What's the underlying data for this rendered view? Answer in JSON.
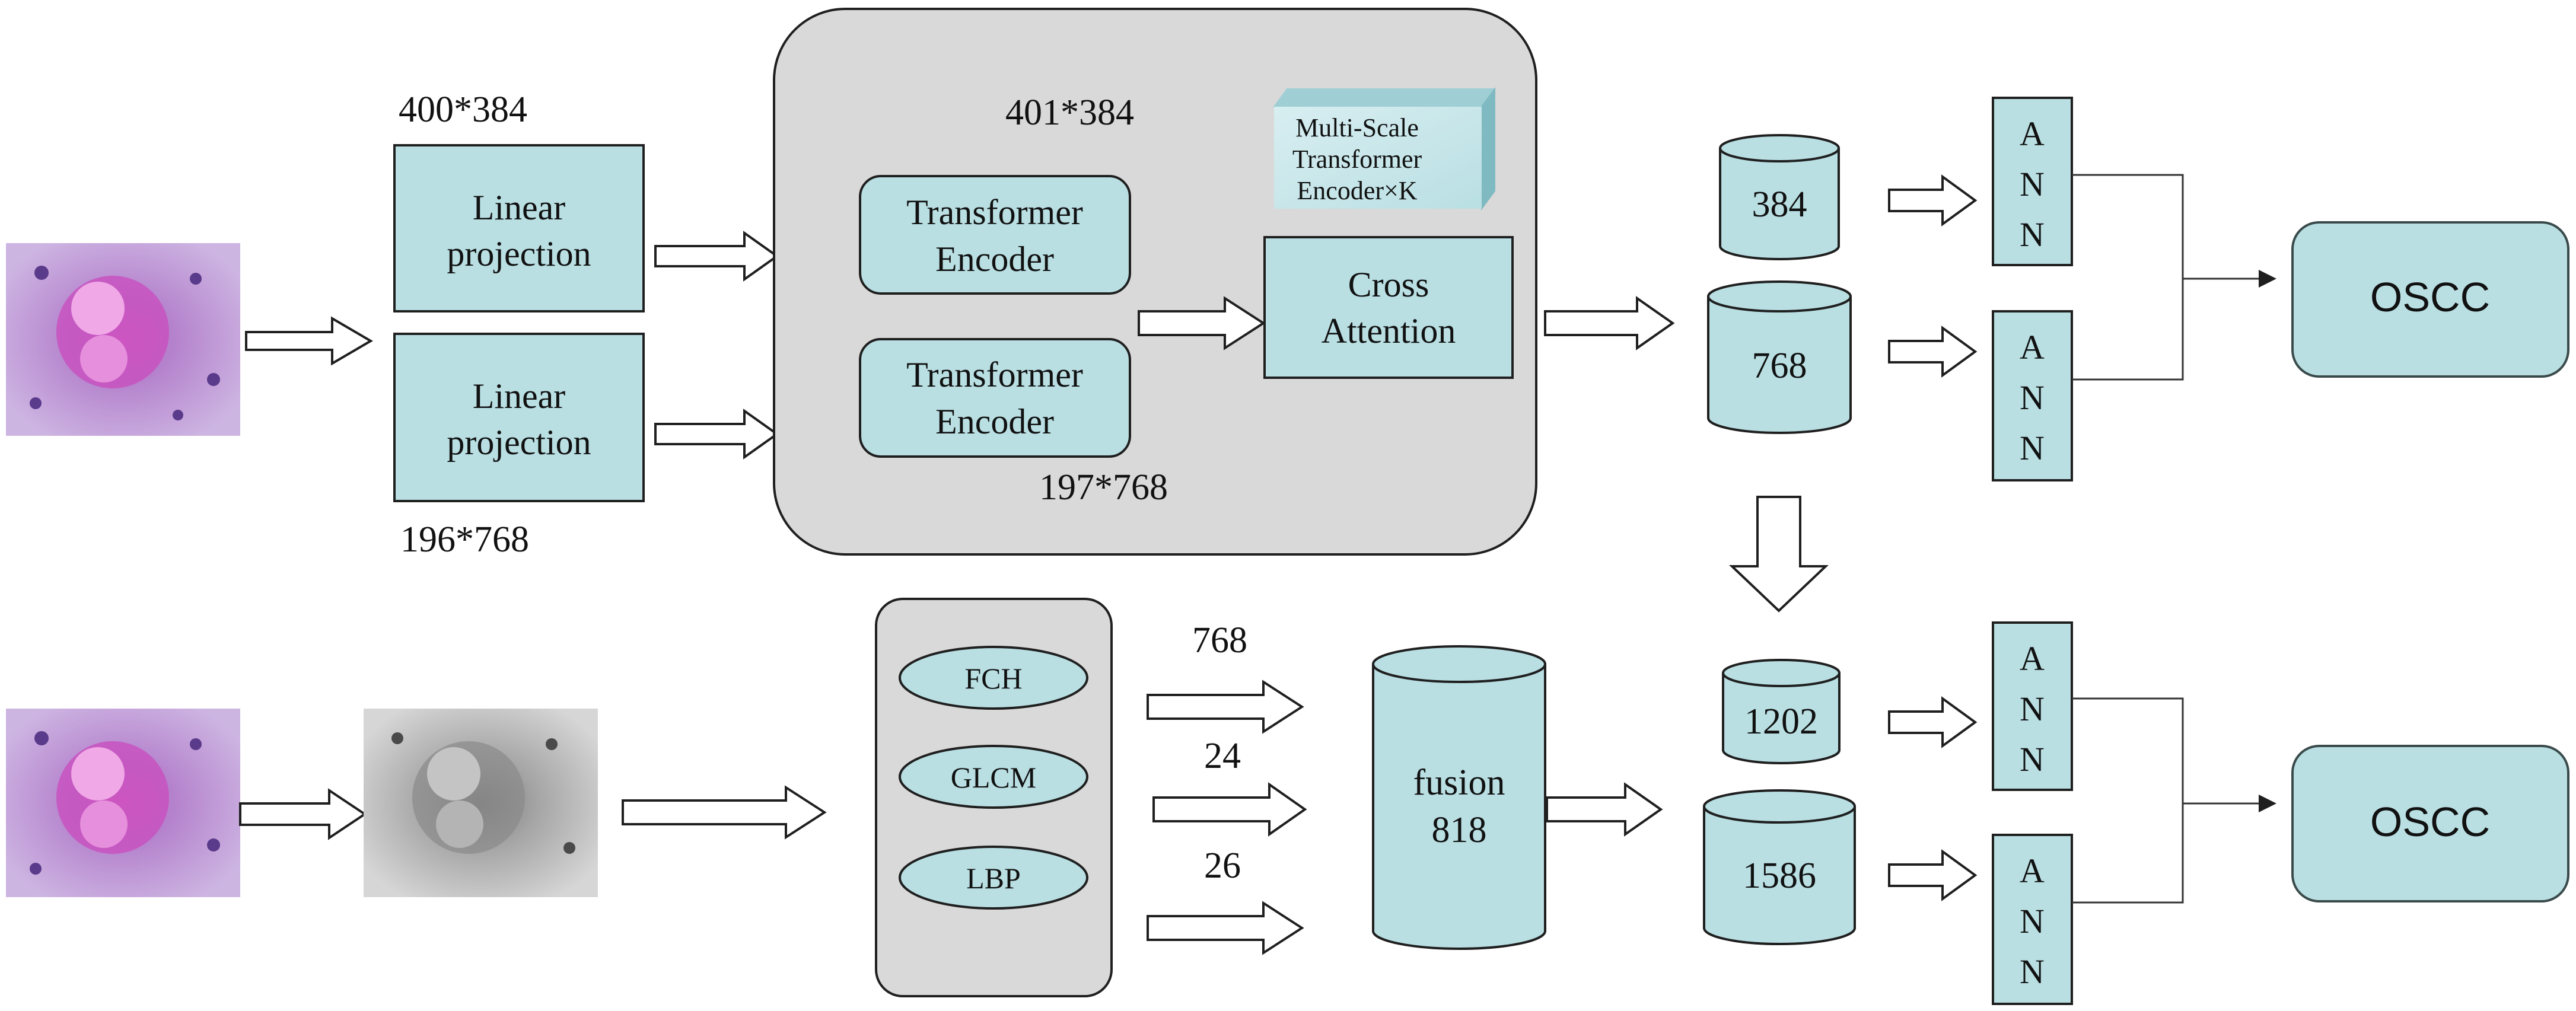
{
  "dims": {
    "linear_top": "400*384",
    "linear_bottom": "196*768",
    "encoder_top": "401*384",
    "encoder_bottom": "197*768",
    "feat_fch": "768",
    "feat_glcm": "24",
    "feat_lbp": "26"
  },
  "blocks": {
    "linear_line1": "Linear",
    "linear_line2": "projection",
    "transformer_line1": "Transformer",
    "transformer_line2": "Encoder",
    "cross_line1": "Cross",
    "cross_line2": "Attention",
    "multiscale_line1": "Multi-Scale",
    "multiscale_line2": "Transformer",
    "multiscale_line3": "Encoder×K",
    "fch": "FCH",
    "glcm": "GLCM",
    "lbp": "LBP",
    "fusion_line1": "fusion",
    "fusion_line2": "818",
    "ann_a": "A",
    "ann_n": "N",
    "output": "OSCC"
  },
  "cylinders": {
    "c384": "384",
    "c768": "768",
    "c1202": "1202",
    "c1586": "1586"
  },
  "colors": {
    "block_fill": "#b9dfe3",
    "panel_fill": "#d9d9d9",
    "stroke": "#1f1f1f",
    "he_stain": "#b07fc6",
    "grayscale": "#a8a8a8"
  }
}
